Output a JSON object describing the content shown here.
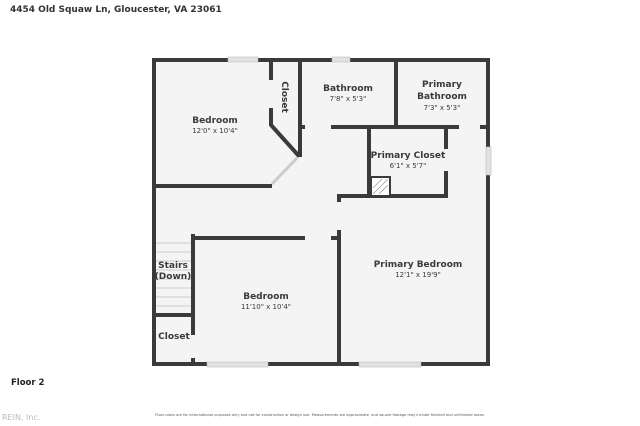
{
  "address": "4454 Old Squaw Ln, Gloucester, VA 23061",
  "floor_label": "Floor 2",
  "disclaimer": "Floor plans are for informational purposes only and not for construction or design use. Measurements are approximate, and square footage may include finished and unfinished areas.",
  "watermark": "REIN, Inc.",
  "colors": {
    "wall": "#3a3a3a",
    "floor": "#f4f4f4",
    "window": "#d8d8d8"
  },
  "rooms": [
    {
      "name": "Bedroom",
      "dims": "12'0\" x 10'4\""
    },
    {
      "name": "Closet",
      "dims": ""
    },
    {
      "name": "Bathroom",
      "dims": "7'8\" x 5'3\""
    },
    {
      "name": "Primary Bathroom",
      "dims": "7'3\" x 5'3\""
    },
    {
      "name": "Primary Closet",
      "dims": "6'1\" x 5'7\""
    },
    {
      "name": "Primary Bedroom",
      "dims": "12'1\" x 19'9\""
    },
    {
      "name": "Stairs (Down)",
      "dims": ""
    },
    {
      "name": "Bedroom",
      "dims": "11'10\" x 10'4\""
    },
    {
      "name": "Closet",
      "dims": ""
    }
  ]
}
